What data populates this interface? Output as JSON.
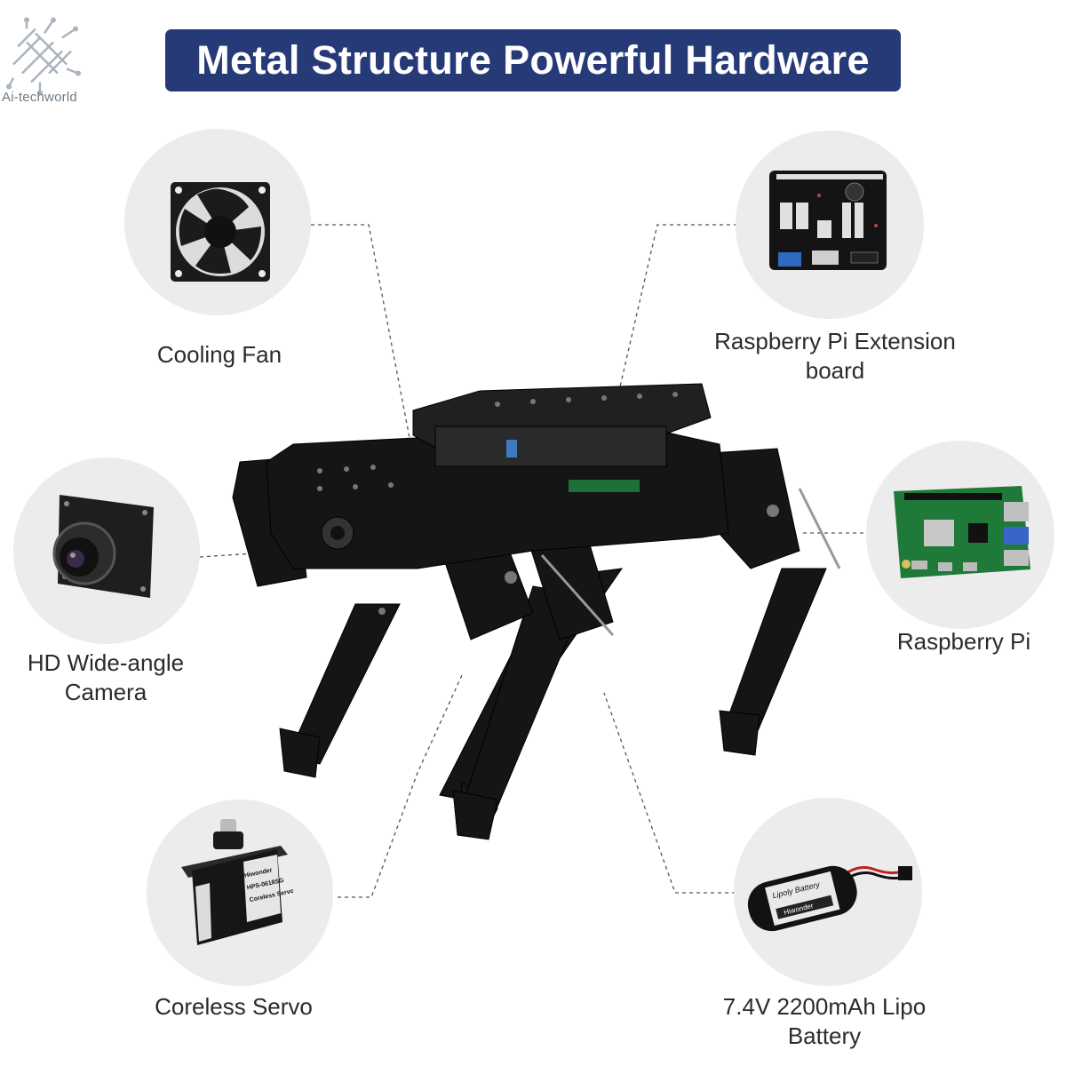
{
  "brand": {
    "watermark": "Ai-techworld"
  },
  "header": {
    "title": "Metal Structure Powerful Hardware"
  },
  "components": [
    {
      "label": "Cooling Fan",
      "icon": "cooling-fan-icon"
    },
    {
      "label": "HD Wide-angle Camera",
      "icon": "camera-module-icon"
    },
    {
      "label": "Coreless Servo",
      "icon": "servo-icon",
      "product_text": [
        "Hiwonder",
        "HPS-0618SG",
        "Coreless Servo"
      ]
    },
    {
      "label": "Raspberry Pi Extension board",
      "icon": "extension-board-icon"
    },
    {
      "label": "Raspberry Pi",
      "icon": "raspberry-pi-icon"
    },
    {
      "label": "7.4V 2200mAh Lipo Battery",
      "icon": "battery-icon",
      "product_text": [
        "Lipoly Battery",
        "Hiwonder"
      ]
    }
  ],
  "colors": {
    "banner": "#263a78",
    "circle": "#ececec",
    "robot": "#151515"
  }
}
